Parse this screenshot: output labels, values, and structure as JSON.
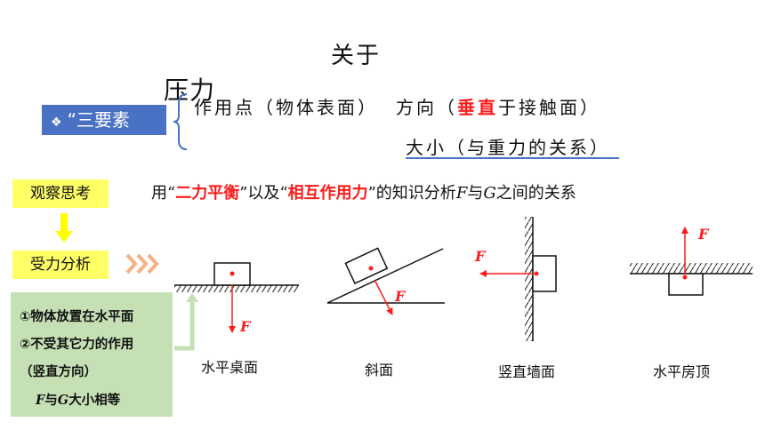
{
  "title": {
    "line1": "关于",
    "line2": "压力"
  },
  "badge": {
    "icon": "diamond-icon",
    "text": "“三要素"
  },
  "elements": {
    "point": "作用点（物体表面）",
    "direction_prefix": "方向（",
    "direction_emph": "垂直",
    "direction_suffix": "于接触面）",
    "size": "大小（与重力的关系）"
  },
  "observe": {
    "label": "观察思考",
    "prefix": "用“",
    "emph1": "二力平衡",
    "middle": "”以及“",
    "emph2": "相互作用力",
    "suffix1": "”的知识分析",
    "var_f": "F",
    "with": "与",
    "var_g": "G",
    "suffix2": "之间的关系"
  },
  "analysis": {
    "label": "受力分析"
  },
  "conditions": {
    "item1": "①物体放置在水平面",
    "item2": "②不受其它力的作用",
    "item3": "（竖直方向）",
    "item4_f": "F",
    "item4_with": "与",
    "item4_g": "G",
    "item4_rest": "大小相等"
  },
  "figures": {
    "force_label": "F",
    "captions": [
      "水平桌面",
      "斜面",
      "竖直墙面",
      "水平房顶"
    ]
  },
  "colors": {
    "accent_blue": "#4a72c4",
    "highlight_yellow": "#ffff66",
    "note_green": "#c5e0b4",
    "emphasis_red": "#ff1a1a",
    "arrow_orange": "#f4b183"
  }
}
